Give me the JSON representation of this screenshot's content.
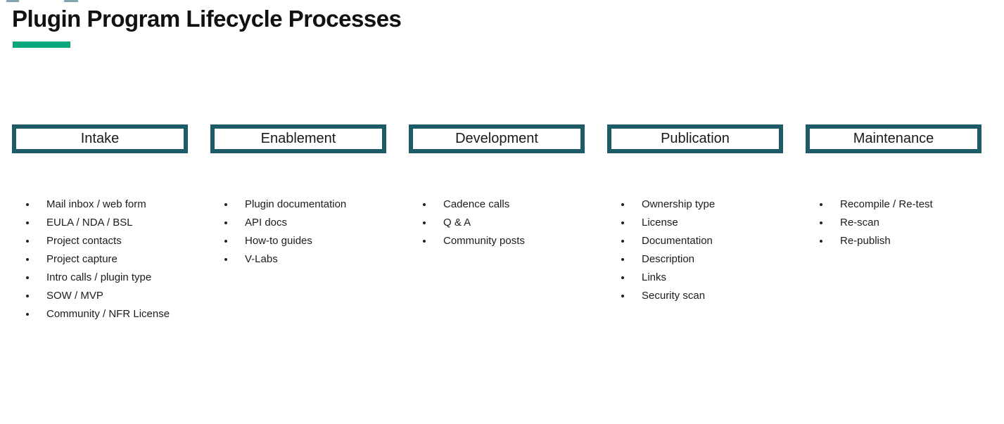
{
  "title": "Plugin Program Lifecycle Processes",
  "accent_color": "#0aa77f",
  "box_border_color": "#1e5b69",
  "columns": [
    {
      "header": "Intake",
      "items": [
        "Mail inbox / web form",
        "EULA / NDA / BSL",
        "Project contacts",
        "Project capture",
        "Intro calls / plugin type",
        "SOW / MVP",
        "Community / NFR License"
      ]
    },
    {
      "header": "Enablement",
      "items": [
        "Plugin documentation",
        "API docs",
        "How-to guides",
        "V-Labs"
      ]
    },
    {
      "header": "Development",
      "items": [
        "Cadence calls",
        "Q & A",
        "Community posts"
      ]
    },
    {
      "header": "Publication",
      "items": [
        "Ownership type",
        "License",
        "Documentation",
        "Description",
        "Links",
        "Security scan"
      ]
    },
    {
      "header": "Maintenance",
      "items": [
        "Recompile / Re-test",
        "Re-scan",
        "Re-publish"
      ]
    }
  ]
}
